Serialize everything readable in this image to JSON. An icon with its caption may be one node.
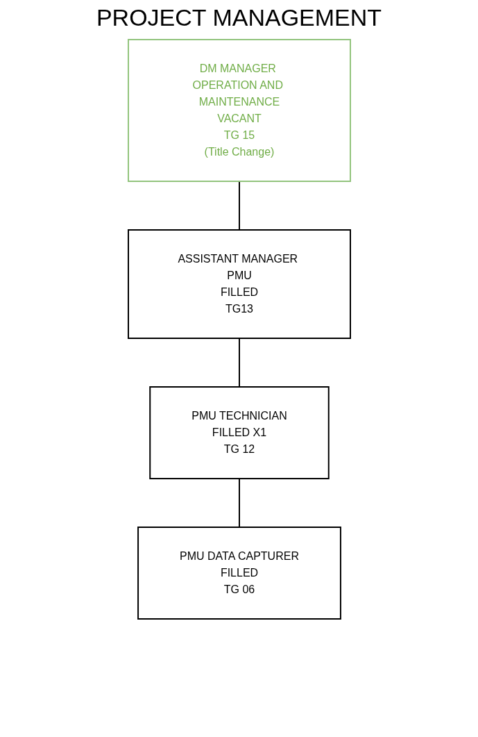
{
  "diagram": {
    "title": "PROJECT MANAGEMENT",
    "nodes": [
      {
        "text": [
          "DM MANAGER OPERATION AND MAINTENANCE",
          "VACANT",
          "TG 15",
          "(Title Change)"
        ]
      },
      {
        "text": [
          "ASSISTANT MANAGER PMU",
          "FILLED",
          "TG13"
        ]
      },
      {
        "text": [
          "PMU TECHNICIAN",
          "FILLED X1",
          "TG 12"
        ]
      },
      {
        "text": [
          "PMU DATA CAPTURER",
          "FILLED",
          "TG 06"
        ]
      }
    ],
    "edges": [
      {
        "from": 0,
        "to": 1,
        "arrow": "none"
      },
      {
        "from": 1,
        "to": 2,
        "arrow": "none"
      },
      {
        "from": 2,
        "to": 3,
        "arrow": "none"
      }
    ]
  }
}
